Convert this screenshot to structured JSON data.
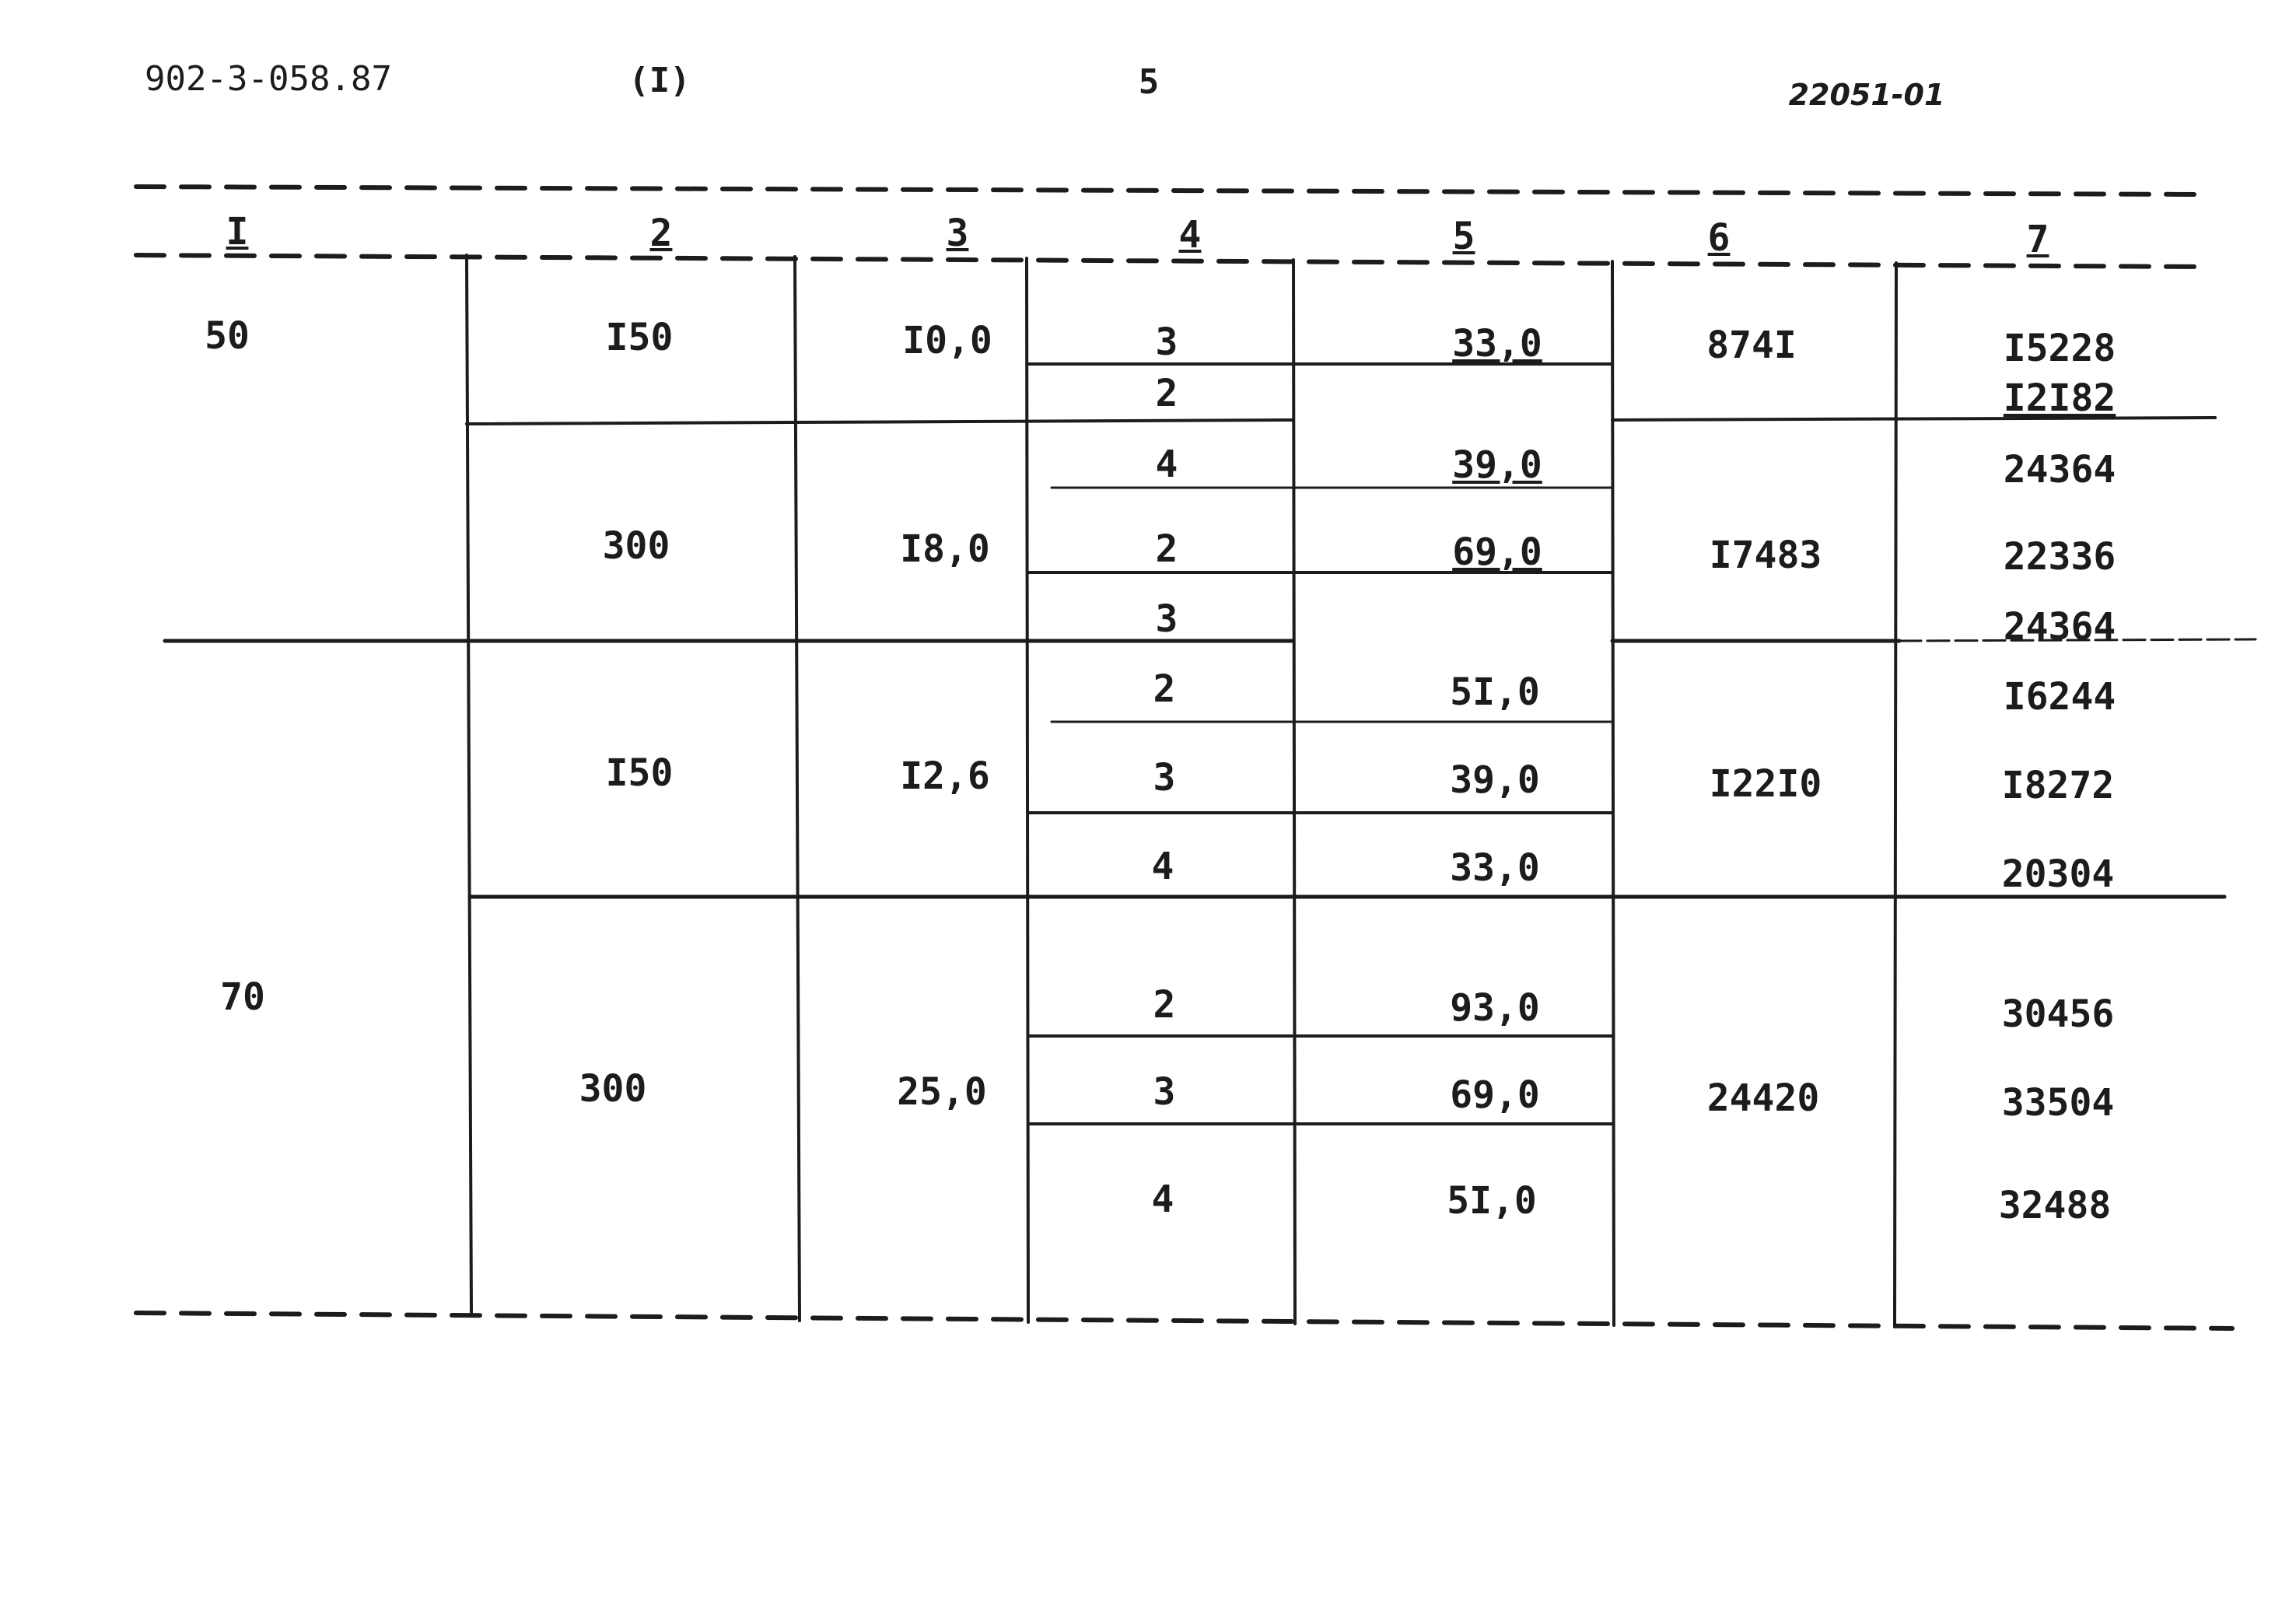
{
  "header": {
    "doc_code": "902-3-058.87",
    "section": "(I)",
    "page_number": "5",
    "sheet_code": "22051-01"
  },
  "table": {
    "column_numbers": [
      "I",
      "2",
      "3",
      "4",
      "5",
      "6",
      "7"
    ],
    "col1": [
      "50",
      "70"
    ],
    "col2": [
      "I50",
      "300",
      "I50",
      "300"
    ],
    "col3": [
      "I0,0",
      "I8,0",
      "I2,6",
      "25,0"
    ],
    "col4": [
      "3",
      "2",
      "4",
      "2",
      "3",
      "2",
      "3",
      "4",
      "2",
      "3",
      "4"
    ],
    "col5": [
      "33,0",
      "39,0",
      "69,0",
      "5I,0",
      "39,0",
      "33,0",
      "93,0",
      "69,0",
      "5I,0"
    ],
    "col6": [
      "874I",
      "I7483",
      "I22I0",
      "24420"
    ],
    "col7": [
      "I5228",
      "I2I82",
      "24364",
      "22336",
      "24364",
      "I6244",
      "I8272",
      "20304",
      "30456",
      "33504",
      "32488"
    ]
  }
}
